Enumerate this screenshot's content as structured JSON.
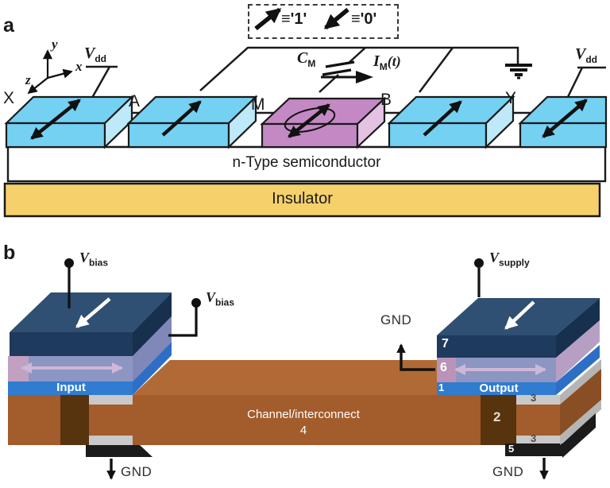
{
  "panel_a": {
    "label": "a",
    "legend": {
      "one_label": "≡'1'",
      "zero_label": "≡'0'"
    },
    "axes": {
      "x": "x",
      "y": "y",
      "z": "z"
    },
    "vdd_left": {
      "base": "V",
      "sub": "dd"
    },
    "vdd_right": {
      "base": "V",
      "sub": "dd"
    },
    "capacitor": {
      "base": "C",
      "sub": "M"
    },
    "current": {
      "base": "I",
      "sub": "M",
      "suffix": "(t)"
    },
    "magnets": [
      {
        "label": "X",
        "color": "#74D1F2",
        "arrow": "double"
      },
      {
        "label": "A",
        "color": "#74D1F2",
        "arrow": "single"
      },
      {
        "label": "M",
        "color": "#C489C4",
        "arrow": "double-ellipse"
      },
      {
        "label": "B",
        "color": "#74D1F2",
        "arrow": "single"
      },
      {
        "label": "Y",
        "color": "#74D1F2",
        "arrow": "double"
      }
    ],
    "semiconductor_label": "n-Type semiconductor",
    "insulator_label": "Insulator"
  },
  "panel_b": {
    "label": "b",
    "vbias_top": {
      "base": "V",
      "sub": "bias"
    },
    "vbias_side": {
      "base": "V",
      "sub": "bias"
    },
    "vsupply": {
      "base": "V",
      "sub": "supply"
    },
    "gnd_mid": "GND",
    "gnd_left": "GND",
    "gnd_right": "GND",
    "input_label": "Input",
    "output_label": "Output",
    "channel": {
      "line1": "Channel/interconnect",
      "line2": "4"
    },
    "layers": {
      "n7": "7",
      "n6": "6",
      "n1": "1",
      "n2": "2",
      "n3a": "3",
      "n3b": "3",
      "n5": "5"
    }
  },
  "colors": {
    "magnet_cyan": "#74D1F2",
    "magnet_pink": "#C489C4",
    "insulator_yellow": "#F6D06B",
    "navy_front": "#1E3A5C",
    "navy_top": "#2F4F73",
    "lavender": "#8D95C3",
    "blue_layer": "#2F7CD0",
    "channel_brown": "#A35C2B",
    "channel_top_brown": "#B16A35",
    "via_dark_brown": "#57330E",
    "spacer_gray": "#C9C9C9",
    "contact_black": "#1B1B1B",
    "arrow_lavender": "#CDB8D8"
  }
}
